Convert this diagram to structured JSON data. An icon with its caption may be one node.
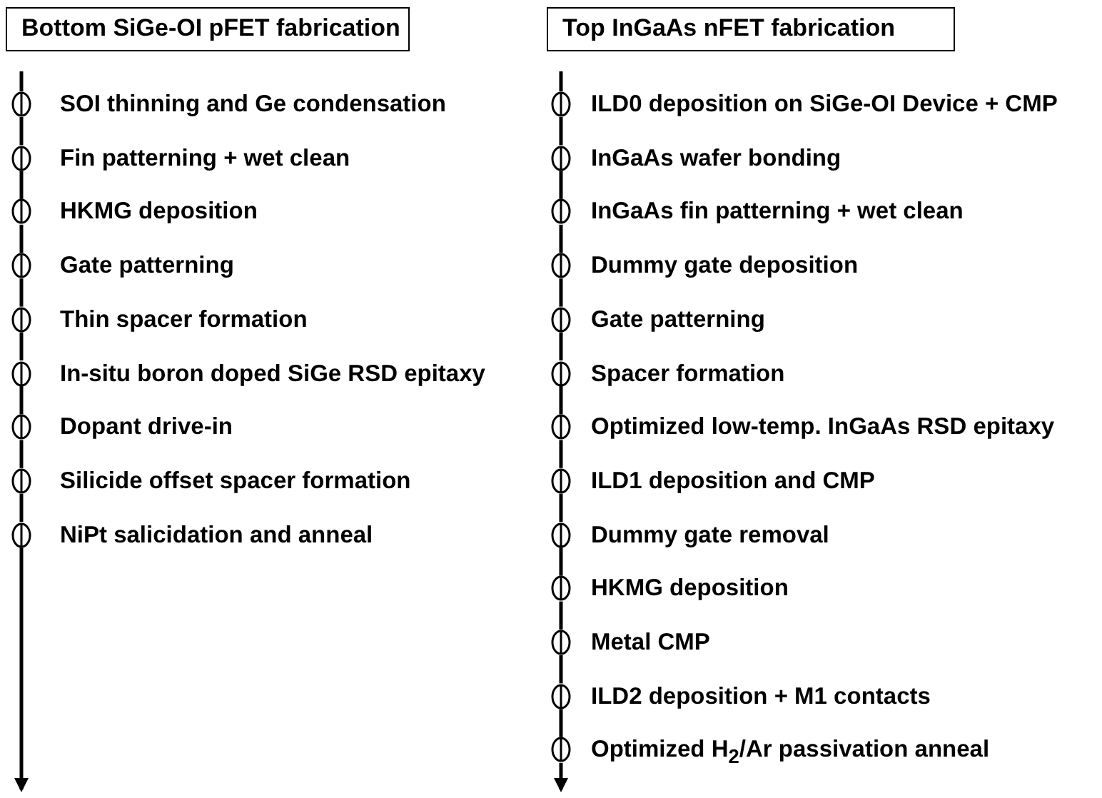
{
  "diagram": {
    "nodes": [
      {
        "text": [
          "Bottom SiGe-OI pFET fabrication"
        ]
      },
      {
        "text": [],
        "shape": "circle",
        "beside": [
          "SOI thinning and Ge condensation"
        ]
      },
      {
        "text": [],
        "shape": "circle",
        "beside": [
          "Fin patterning + wet clean"
        ]
      },
      {
        "text": [],
        "shape": "circle",
        "beside": [
          "HKMG deposition"
        ]
      },
      {
        "text": [],
        "shape": "circle",
        "beside": [
          "Gate patterning"
        ]
      },
      {
        "text": [],
        "shape": "circle",
        "beside": [
          "Thin spacer formation"
        ]
      },
      {
        "text": [],
        "shape": "circle",
        "beside": [
          "In-situ boron doped SiGe RSD epitaxy"
        ]
      },
      {
        "text": [],
        "shape": "circle",
        "beside": [
          "Dopant drive-in"
        ]
      },
      {
        "text": [],
        "shape": "circle",
        "beside": [
          "Silicide offset spacer formation"
        ]
      },
      {
        "text": [],
        "shape": "circle",
        "beside": [
          "NiPt salicidation and anneal"
        ]
      },
      {
        "text": [
          "Top InGaAs nFET fabrication"
        ]
      },
      {
        "text": [],
        "shape": "circle",
        "beside": [
          "ILD0 deposition on SiGe-OI Device + CMP"
        ]
      },
      {
        "text": [],
        "shape": "circle",
        "beside": [
          "InGaAs wafer bonding"
        ]
      },
      {
        "text": [],
        "shape": "circle",
        "beside": [
          "InGaAs fin patterning + wet clean"
        ]
      },
      {
        "text": [],
        "shape": "circle",
        "beside": [
          "Dummy gate deposition"
        ]
      },
      {
        "text": [],
        "shape": "circle",
        "beside": [
          "Gate patterning"
        ]
      },
      {
        "text": [],
        "shape": "circle",
        "beside": [
          "Spacer formation"
        ]
      },
      {
        "text": [],
        "shape": "circle",
        "beside": [
          "Optimized low-temp. InGaAs RSD epitaxy"
        ]
      },
      {
        "text": [],
        "shape": "circle",
        "beside": [
          "ILD1 deposition and CMP"
        ]
      },
      {
        "text": [],
        "shape": "circle",
        "beside": [
          "Dummy gate removal"
        ]
      },
      {
        "text": [],
        "shape": "circle",
        "beside": [
          "HKMG deposition"
        ]
      },
      {
        "text": [],
        "shape": "circle",
        "beside": [
          "Metal CMP"
        ]
      },
      {
        "text": [],
        "shape": "circle",
        "beside": [
          "ILD2 deposition + M1 contacts"
        ]
      },
      {
        "text": [],
        "shape": "circle",
        "beside": [
          "Optimized H$_{2}$/Ar passivation anneal"
        ]
      }
    ],
    "edges": [
      {
        "from": null,
        "to": 1,
        "arrow": "none"
      },
      {
        "from": 1,
        "to": 2,
        "arrow": "none"
      },
      {
        "from": 2,
        "to": 3,
        "arrow": "none"
      },
      {
        "from": 3,
        "to": 4,
        "arrow": "none"
      },
      {
        "from": 4,
        "to": 5,
        "arrow": "none"
      },
      {
        "from": 5,
        "to": 6,
        "arrow": "none"
      },
      {
        "from": 6,
        "to": 7,
        "arrow": "none"
      },
      {
        "from": 7,
        "to": 8,
        "arrow": "none"
      },
      {
        "from": 8,
        "to": 9,
        "arrow": "none"
      },
      {
        "from": 9,
        "to": null,
        "arrow": "to"
      },
      {
        "from": null,
        "to": 11,
        "arrow": "none"
      },
      {
        "from": 11,
        "to": 12,
        "arrow": "none"
      },
      {
        "from": 12,
        "to": 13,
        "arrow": "none"
      },
      {
        "from": 13,
        "to": 14,
        "arrow": "none"
      },
      {
        "from": 14,
        "to": 15,
        "arrow": "none"
      },
      {
        "from": 15,
        "to": 16,
        "arrow": "none"
      },
      {
        "from": 16,
        "to": 17,
        "arrow": "none"
      },
      {
        "from": 17,
        "to": 18,
        "arrow": "none"
      },
      {
        "from": 18,
        "to": 19,
        "arrow": "none"
      },
      {
        "from": 19,
        "to": 20,
        "arrow": "none"
      },
      {
        "from": 20,
        "to": 21,
        "arrow": "none"
      },
      {
        "from": 21,
        "to": 22,
        "arrow": "none"
      },
      {
        "from": 22,
        "to": 23,
        "arrow": "none"
      },
      {
        "from": 23,
        "to": null,
        "arrow": "to"
      }
    ]
  }
}
